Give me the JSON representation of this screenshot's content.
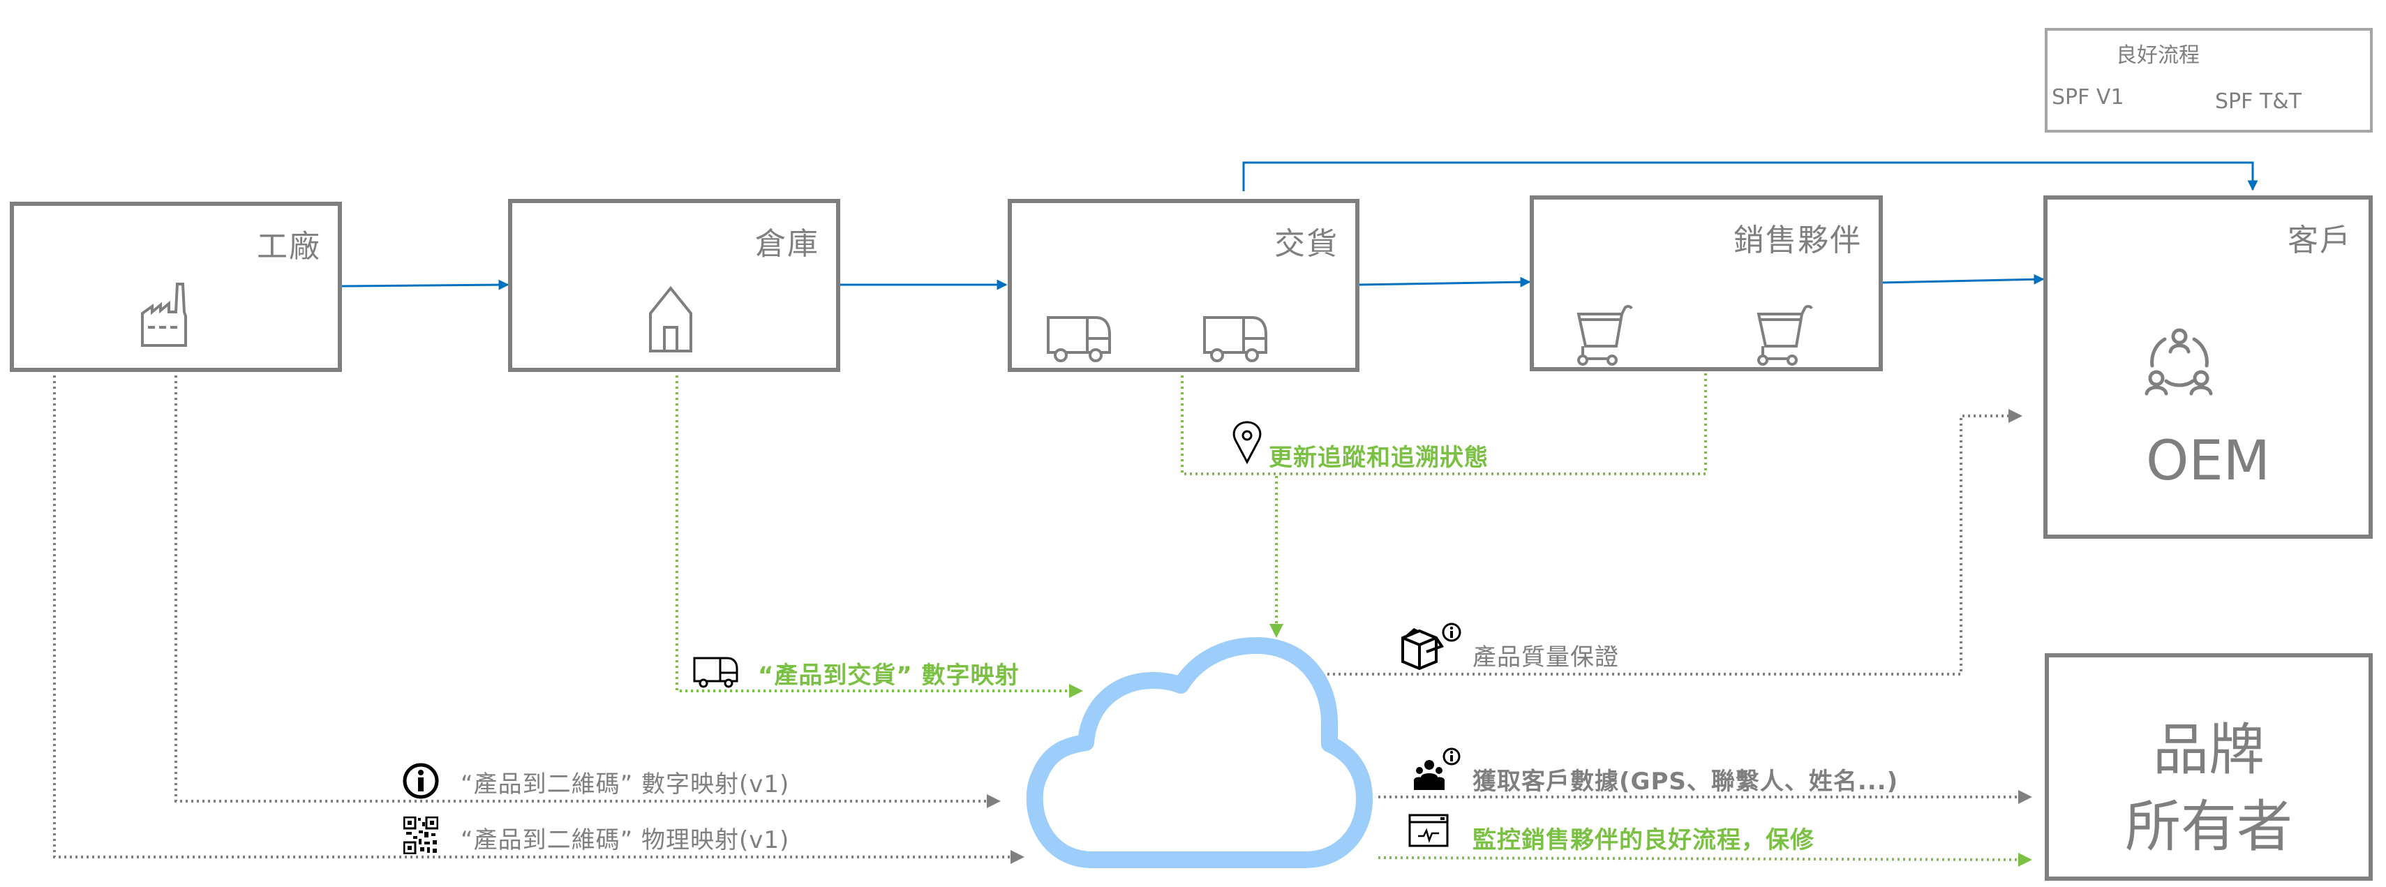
{
  "legend": {
    "good_flow": "良好流程",
    "spf_v1": "SPF V1",
    "spf_tt": "SPF T&T"
  },
  "nodes": {
    "factory": {
      "title": "工廠",
      "icon": "factory-icon"
    },
    "warehouse": {
      "title": "倉庫",
      "icon": "house-icon"
    },
    "delivery": {
      "title": "交貨",
      "icon": "truck-icon"
    },
    "sales_partner": {
      "title": "銷售夥伴",
      "icon": "shopping-cart-icon"
    },
    "customer": {
      "title": "客戶",
      "subtitle": "OEM",
      "icon": "people-network-icon"
    },
    "brand_owner": {
      "title_line1": "品牌",
      "title_line2": "所有者"
    }
  },
  "flows": {
    "track_trace": {
      "label": "更新追蹤和追溯狀態",
      "icon": "location-pin-icon",
      "type": "SPF T&T"
    },
    "product_to_delivery": {
      "label": "“產品到交貨” 數字映射",
      "icon": "truck-icon",
      "type": "SPF T&T"
    },
    "product_to_qr_digital": {
      "label": "“產品到二維碼” 數字映射(v1)",
      "icon": "info-icon",
      "type": "SPF V1"
    },
    "product_to_qr_physical": {
      "label": "“產品到二維碼” 物理映射(v1)",
      "icon": "qr-code-icon",
      "type": "SPF V1"
    },
    "quality_assurance": {
      "label": "產品質量保證",
      "icon": "box-info-icon",
      "type": "SPF V1"
    },
    "customer_data": {
      "label": "獲取客戶數據(GPS、聯繫人、姓名...)",
      "icon": "users-info-icon",
      "type": "SPF V1"
    },
    "monitor_partners": {
      "label": "監控銷售夥伴的良好流程，保修",
      "icon": "monitor-pulse-icon",
      "type": "SPF T&T"
    }
  },
  "colors": {
    "good_flow": "#0070c0",
    "spf_v1": "#7f7f7f",
    "spf_tt": "#7ac143",
    "cloud": "#9dcdfb",
    "box_border": "#7f7f7f"
  }
}
